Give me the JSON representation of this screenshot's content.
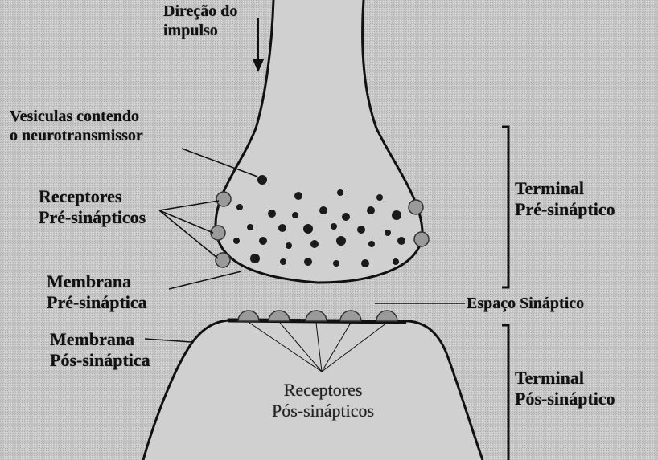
{
  "labels": {
    "impulse_direction": [
      "Direção do",
      "impulso"
    ],
    "vesicles": [
      "Vesiculas contendo",
      "o neurotransmissor"
    ],
    "pre_receptors": [
      "Receptores",
      "Pré-sinápticos"
    ],
    "pre_membrane": [
      "Membrana",
      "Pré-sináptica"
    ],
    "post_membrane": [
      "Membrana",
      "Pós-sináptica"
    ],
    "post_receptors": [
      "Receptores",
      "Pós-sinápticos"
    ],
    "synaptic_space": "Espaço Sináptico",
    "pre_terminal": [
      "Terminal",
      "Pré-sináptico"
    ],
    "post_terminal": [
      "Terminal",
      "Pós-sináptico"
    ]
  },
  "colors": {
    "background": "#c9c9c9",
    "ink": "#111111",
    "receptor_fill": "#9a9a9a",
    "terminal_fill": "#d2d2d2"
  }
}
